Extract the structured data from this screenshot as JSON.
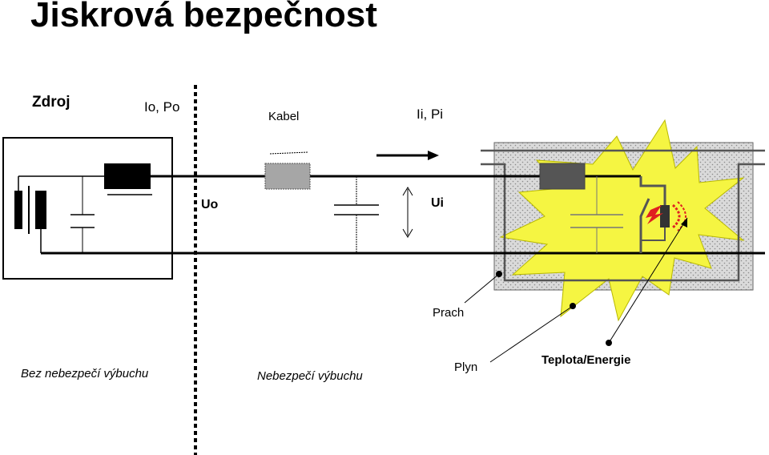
{
  "title": "Jiskrová bezpečnost",
  "labels": {
    "source": "Zdroj",
    "io_po": "Io, Po",
    "cable": "Kabel",
    "ii_pi": "Ii, Pi",
    "uo": "Uo",
    "ui": "Ui",
    "dust": "Prach",
    "gas": "Plyn",
    "temp_energy": "Teplota/Energie",
    "safe_zone": "Bez nebezpečí výbuchu",
    "hazard_zone": "Nebezpečí výbuchu"
  },
  "colors": {
    "explosion_fill": "#f5f542",
    "dust_fill": "#d9d9d9",
    "resistor_dark": "#000000",
    "cable_resistor": "#a6a6a6",
    "spark": "#e02020"
  }
}
